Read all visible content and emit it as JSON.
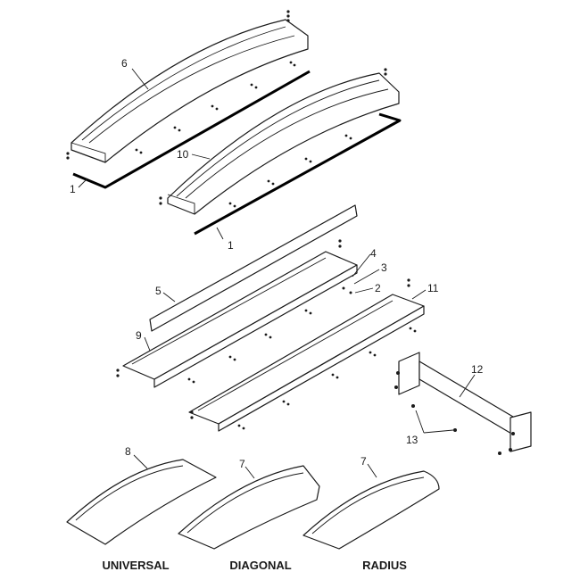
{
  "callouts": {
    "c6": "6",
    "c10": "10",
    "c1a": "1",
    "c1b": "1",
    "c4": "4",
    "c3": "3",
    "c2": "2",
    "c11": "11",
    "c5": "5",
    "c9": "9",
    "c12": "12",
    "c13": "13",
    "c8": "8",
    "c7a": "7",
    "c7b": "7"
  },
  "captions": {
    "universal": "UNIVERSAL",
    "diagonal": "DIAGONAL",
    "radius": "RADIUS"
  }
}
